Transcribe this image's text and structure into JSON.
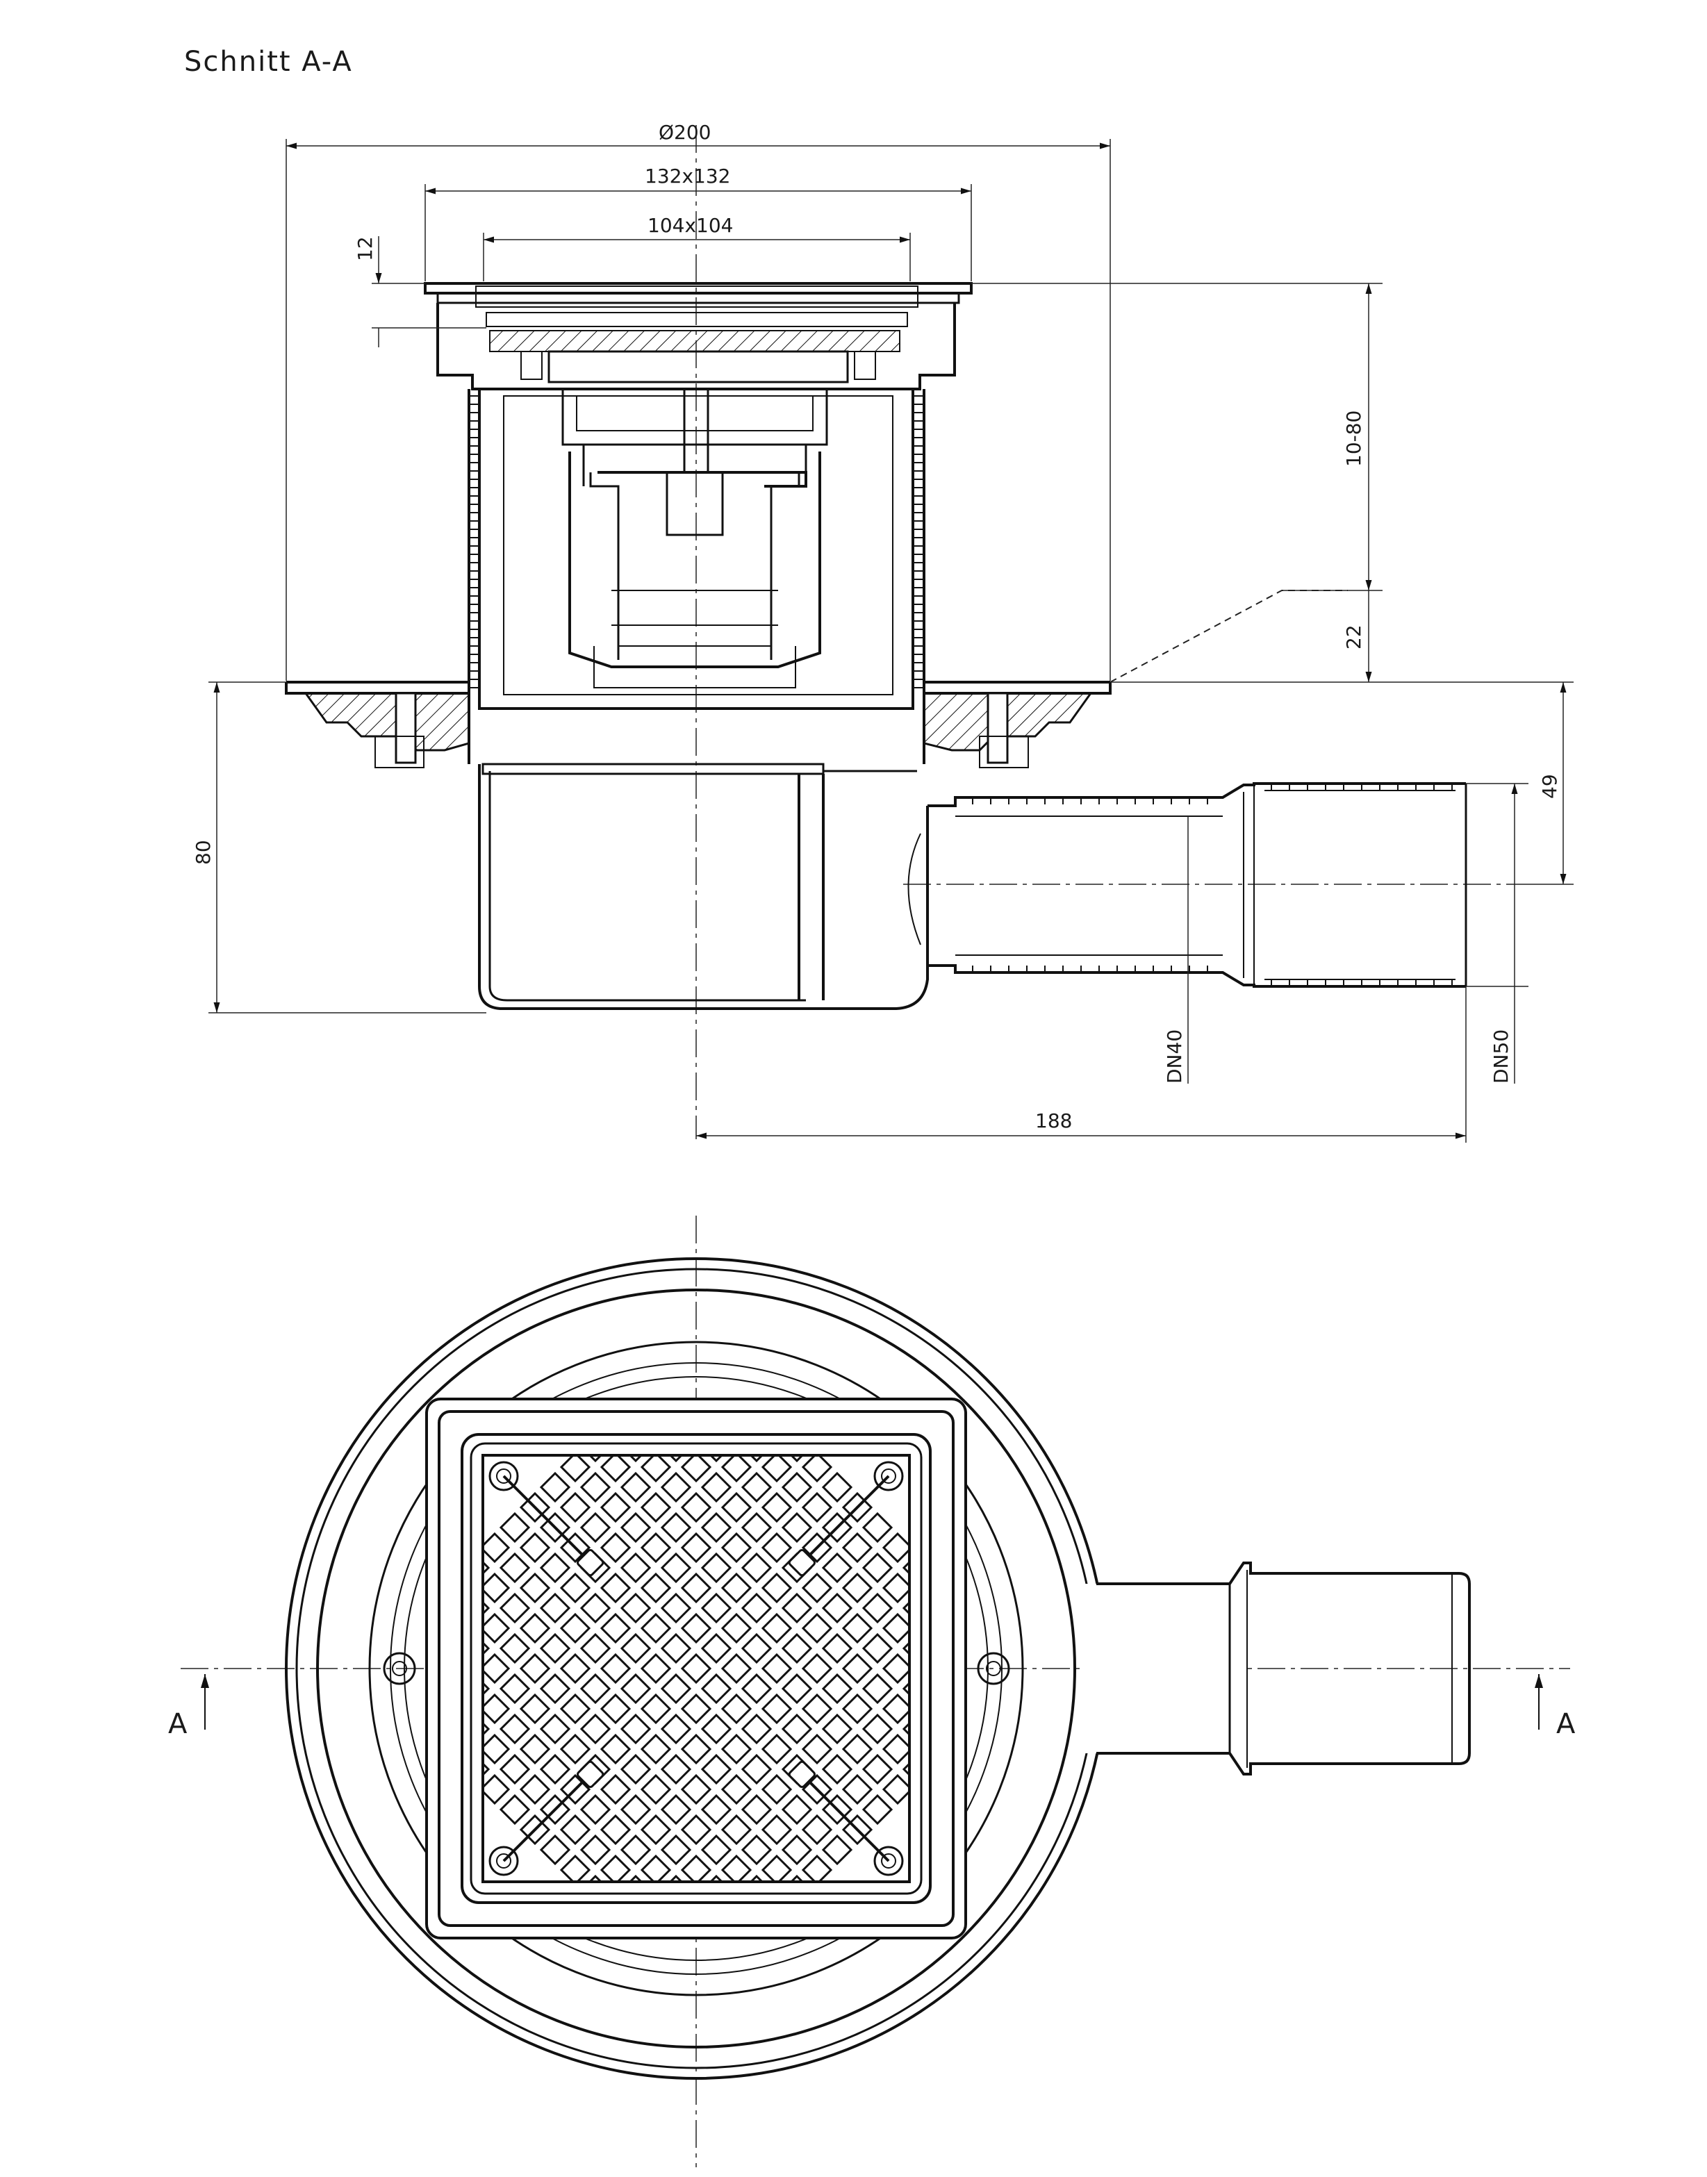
{
  "title": "Schnitt A-A",
  "dimensions": {
    "diameter": "Ø200",
    "frame": "132x132",
    "grate": "104x104",
    "grate_thickness": "12",
    "height_adjust": "10-80",
    "flange_offset": "22",
    "outlet_axis": "49",
    "body_depth": "80",
    "outlet_length": "188",
    "pipe_inner": "DN40",
    "pipe_outer": "DN50"
  },
  "section_marks": {
    "left": "A",
    "right": "A"
  }
}
